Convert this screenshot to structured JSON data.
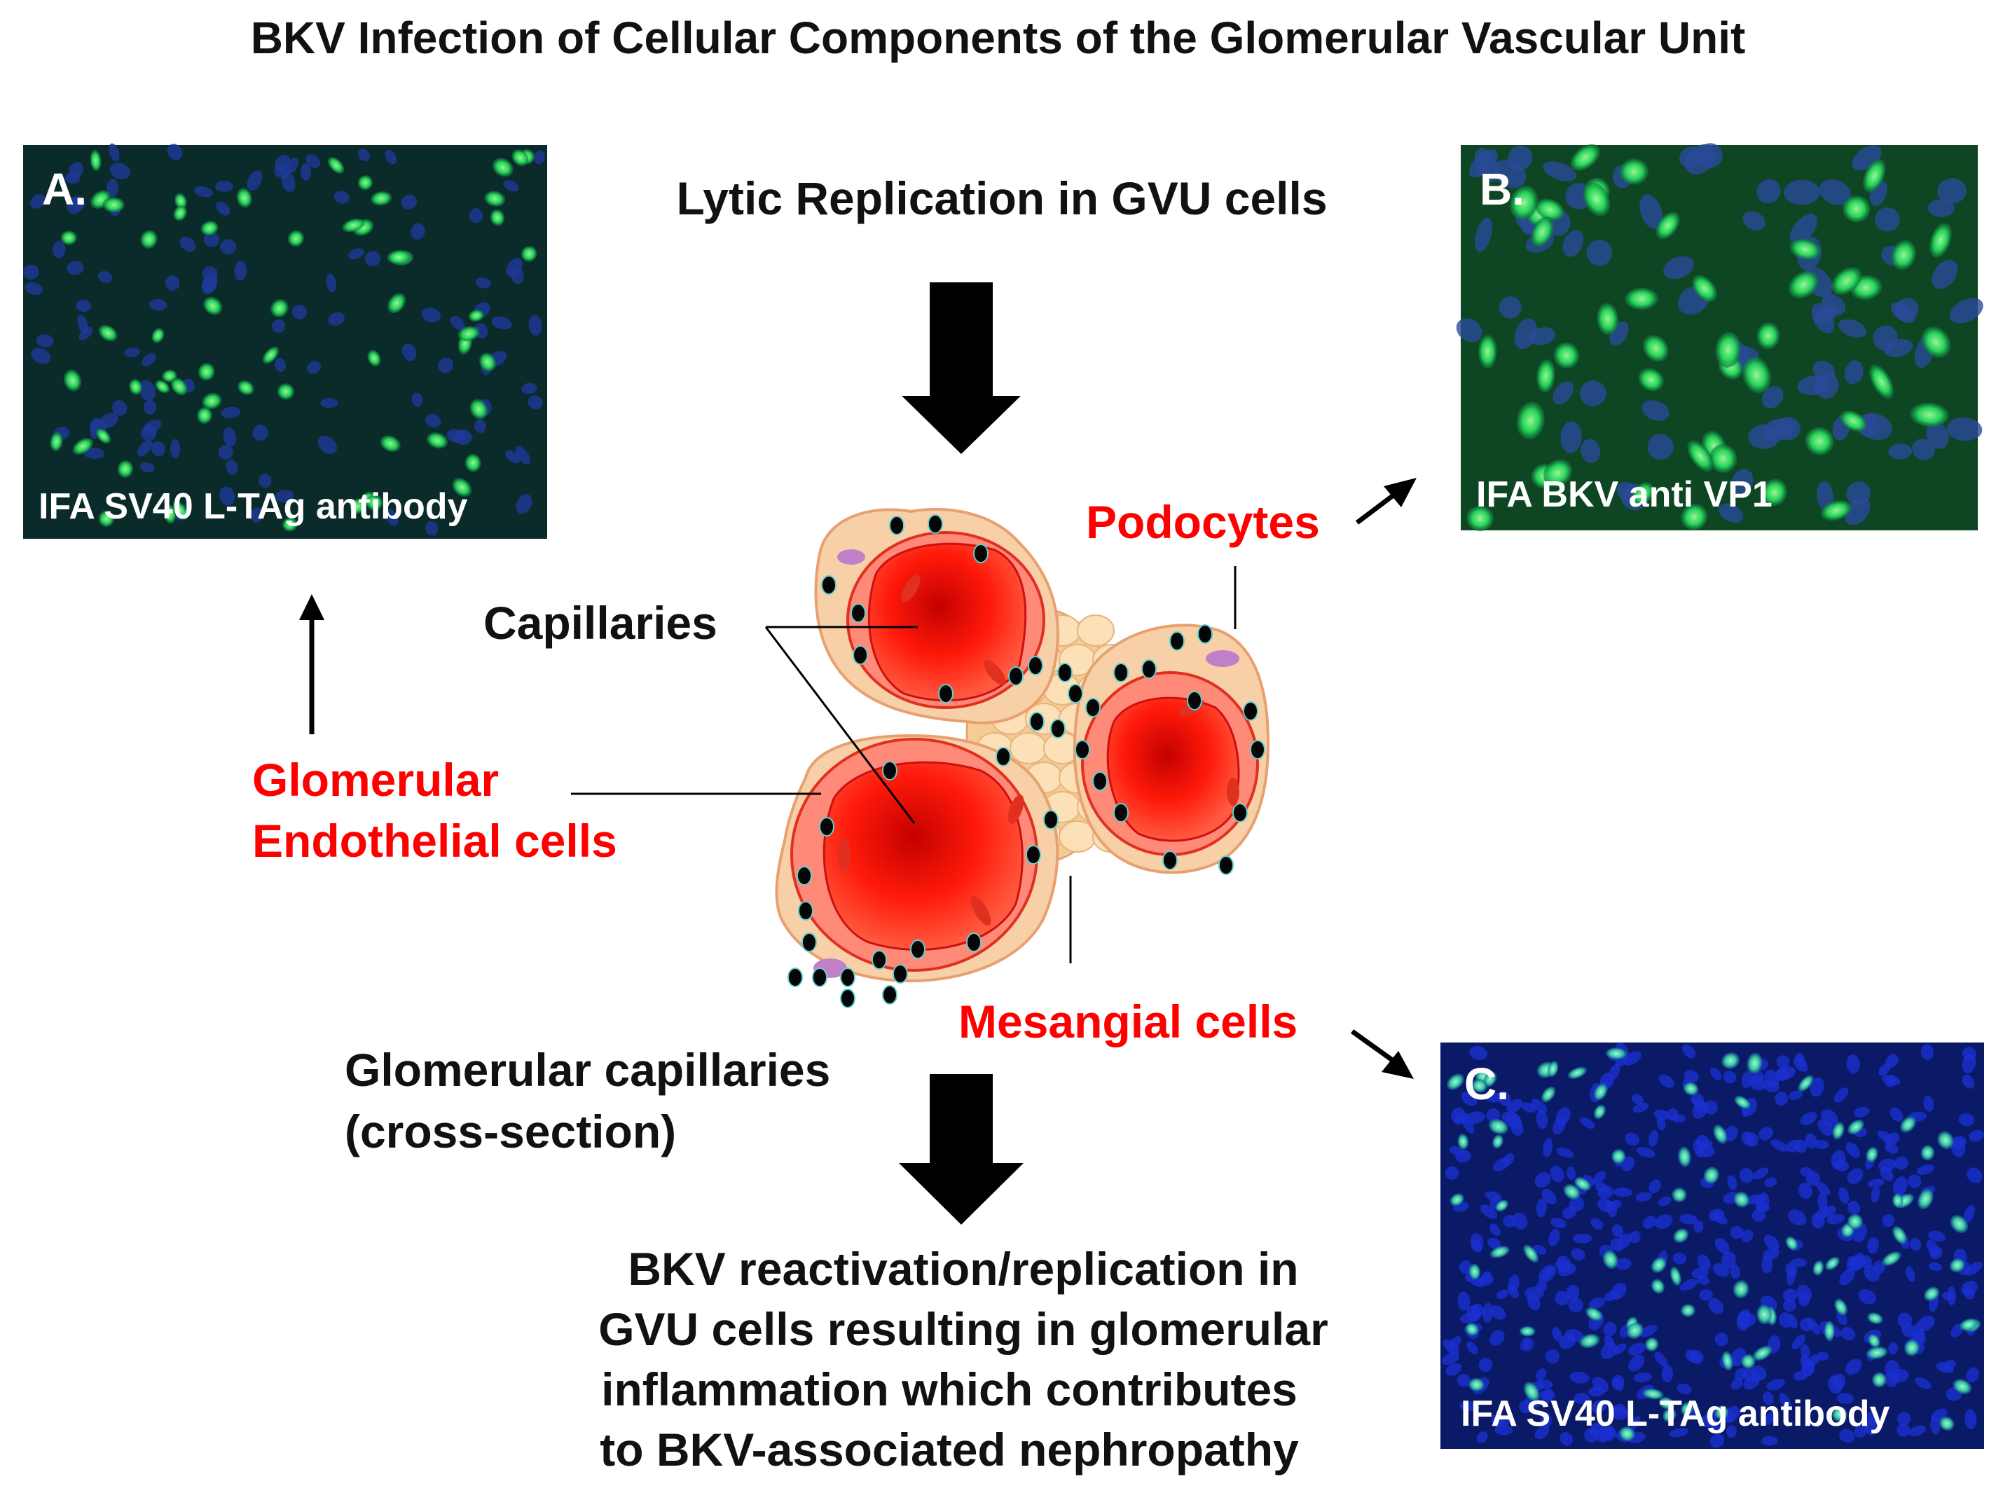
{
  "title": "BKV Infection of Cellular Components of the Glomerular Vascular Unit",
  "top_caption": "Lytic Replication in GVU cells",
  "panels": {
    "a": {
      "letter": "A.",
      "caption": "IFA SV40 L-TAg antibody"
    },
    "b": {
      "letter": "B.",
      "caption": "IFA BKV anti VP1"
    },
    "c": {
      "letter": "C.",
      "caption": "IFA SV40 L-TAg antibody"
    }
  },
  "labels": {
    "podocytes": "Podocytes",
    "capillaries": "Capillaries",
    "endothelial_line1": "Glomerular",
    "endothelial_line2": "Endothelial cells",
    "mesangial": "Mesangial cells",
    "cross_section_line1": "Glomerular capillaries",
    "cross_section_line2": "(cross-section)"
  },
  "bottom_caption": {
    "line1": "BKV reactivation/replication in",
    "line2": "GVU cells resulting in glomerular",
    "line3": "inflammation which contributes",
    "line4": "to BKV-associated nephropathy"
  },
  "colors": {
    "label_red": "#ff0000",
    "text_black": "#111111",
    "panel_ab_bg": "#0b2a2a",
    "panel_c_bg": "#0a1a66",
    "stain_green": "#2ee860",
    "stain_cyan": "#4fe0b0",
    "nuclei_blue": "#2a3fd0",
    "capillary_red": "#ff2a1a",
    "cell_peach": "#f6cfa6"
  }
}
